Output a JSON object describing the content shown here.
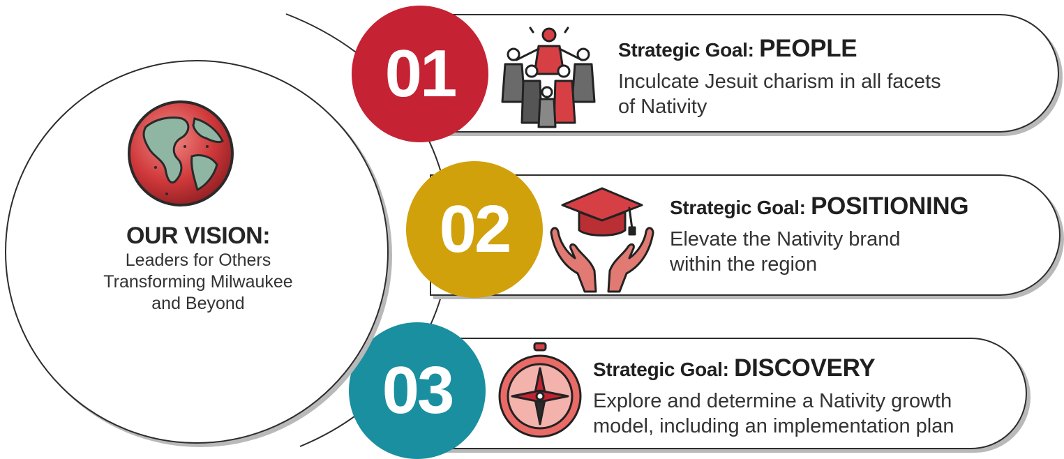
{
  "colors": {
    "red": "#c52233",
    "gold": "#d1a10b",
    "teal": "#1a8fa0",
    "icon_red": "#d64045"
  },
  "vision": {
    "icon": "globe-icon",
    "title": "OUR VISION:",
    "lines": [
      "Leaders for Others",
      "Transforming Milwaukee",
      "and Beyond"
    ]
  },
  "goals": [
    {
      "number": "01",
      "prefix": "Strategic Goal: ",
      "name": "PEOPLE",
      "icon": "people-group-icon",
      "lines": [
        "Inculcate Jesuit charism in all facets",
        "of Nativity"
      ]
    },
    {
      "number": "02",
      "prefix": "Strategic Goal: ",
      "name": "POSITIONING",
      "icon": "graduation-cap-hands-icon",
      "lines": [
        "Elevate the Nativity brand",
        "within the region"
      ]
    },
    {
      "number": "03",
      "prefix": "Strategic Goal: ",
      "name": "DISCOVERY",
      "icon": "compass-icon",
      "lines": [
        "Explore and determine a Nativity growth",
        "model, including an implementation plan"
      ]
    }
  ]
}
